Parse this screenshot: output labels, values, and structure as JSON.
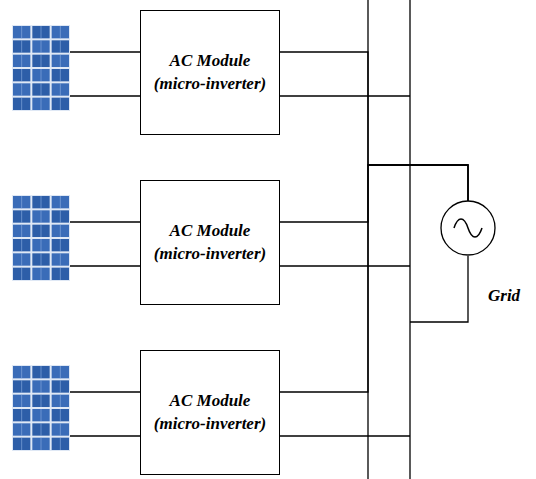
{
  "diagram": {
    "nodes": [
      {
        "text": [
          "AC Module (micro-inverter)"
        ]
      },
      {
        "text": [
          "AC Module (micro-inverter)"
        ]
      },
      {
        "text": [
          "AC Module (micro-inverter)"
        ]
      },
      {
        "text": [
          "Grid"
        ]
      }
    ],
    "edges": [
      {
        "from": 0,
        "to": 3,
        "arrow": "none"
      },
      {
        "from": 1,
        "to": 3,
        "arrow": "none"
      },
      {
        "from": 2,
        "to": 3,
        "arrow": "none"
      }
    ]
  }
}
